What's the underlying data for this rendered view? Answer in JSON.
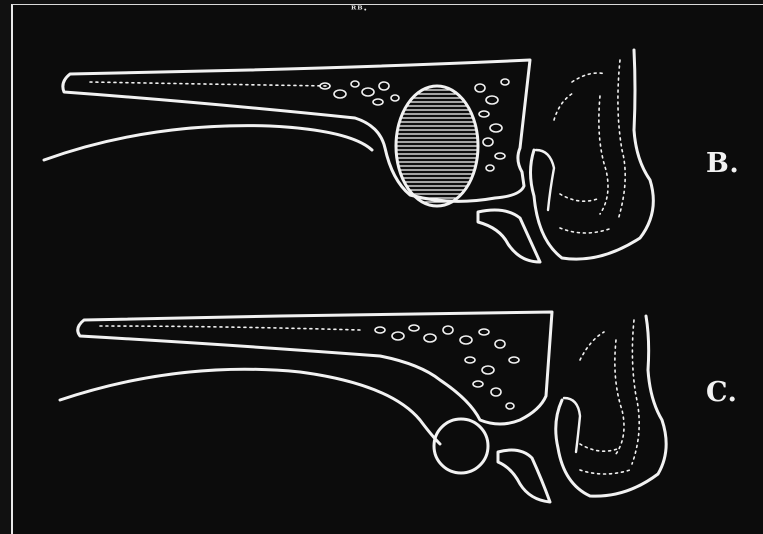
{
  "plate": {
    "top_marking": "ᴿᴮ·",
    "figures": [
      {
        "id": "B",
        "label": "B."
      },
      {
        "id": "C",
        "label": "C."
      }
    ]
  },
  "colors": {
    "background": "#0c0c0c",
    "line": "#f2f2f2"
  }
}
